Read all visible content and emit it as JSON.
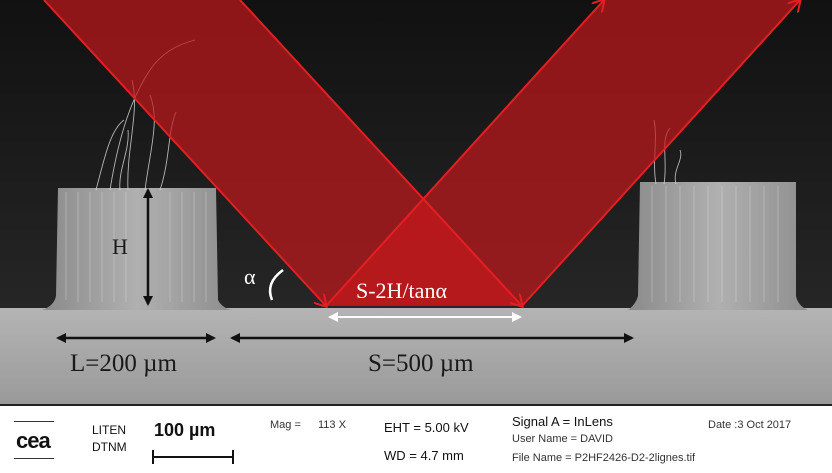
{
  "figure": {
    "label_H": "H",
    "label_alpha": "α",
    "label_gap": "S-2H/tanα",
    "label_L": "L=200 µm",
    "label_S": "S=500 µm"
  },
  "databar": {
    "logo": "cea",
    "org_line1": "LITEN",
    "org_line2": "DTNM",
    "scale_label": "100 µm",
    "mag_label": "Mag =",
    "mag_value": "113 X",
    "eht": "EHT = 5.00 kV",
    "wd": "WD = 4.7 mm",
    "signal": "Signal A = InLens",
    "user": "User Name = DAVID",
    "file": "File Name = P2HF2426-D2-2lignes.tif",
    "date": "Date :3 Oct 2017"
  },
  "colors": {
    "beam": "#c4181b",
    "arrow_dark": "#111111",
    "arrow_light": "#ffffff",
    "background": "#1b1b1b",
    "substrate": "#a7a7a7"
  }
}
